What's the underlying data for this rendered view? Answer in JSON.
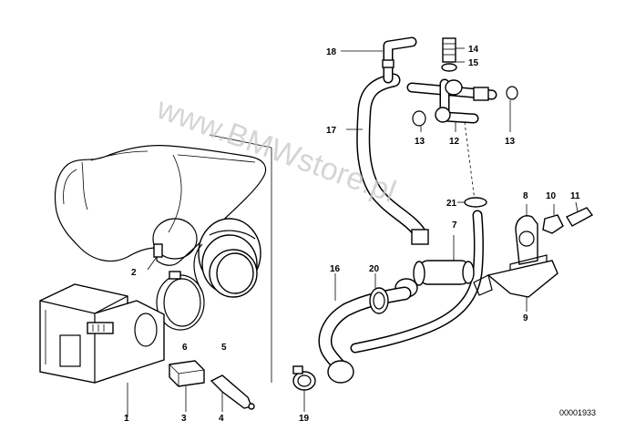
{
  "watermark": "www.BMWstore.pl",
  "doc_number": "00001933",
  "labels": {
    "p1": "1",
    "p2": "2",
    "p3": "3",
    "p4": "4",
    "p5": "5",
    "p6": "6",
    "p7": "7",
    "p8": "8",
    "p9": "9",
    "p10": "10",
    "p11": "11",
    "p12": "12",
    "p13a": "13",
    "p13b": "13",
    "p14": "14",
    "p15": "15",
    "p16": "16",
    "p17": "17",
    "p18": "18",
    "p19": "19",
    "p20": "20",
    "p21": "21"
  }
}
